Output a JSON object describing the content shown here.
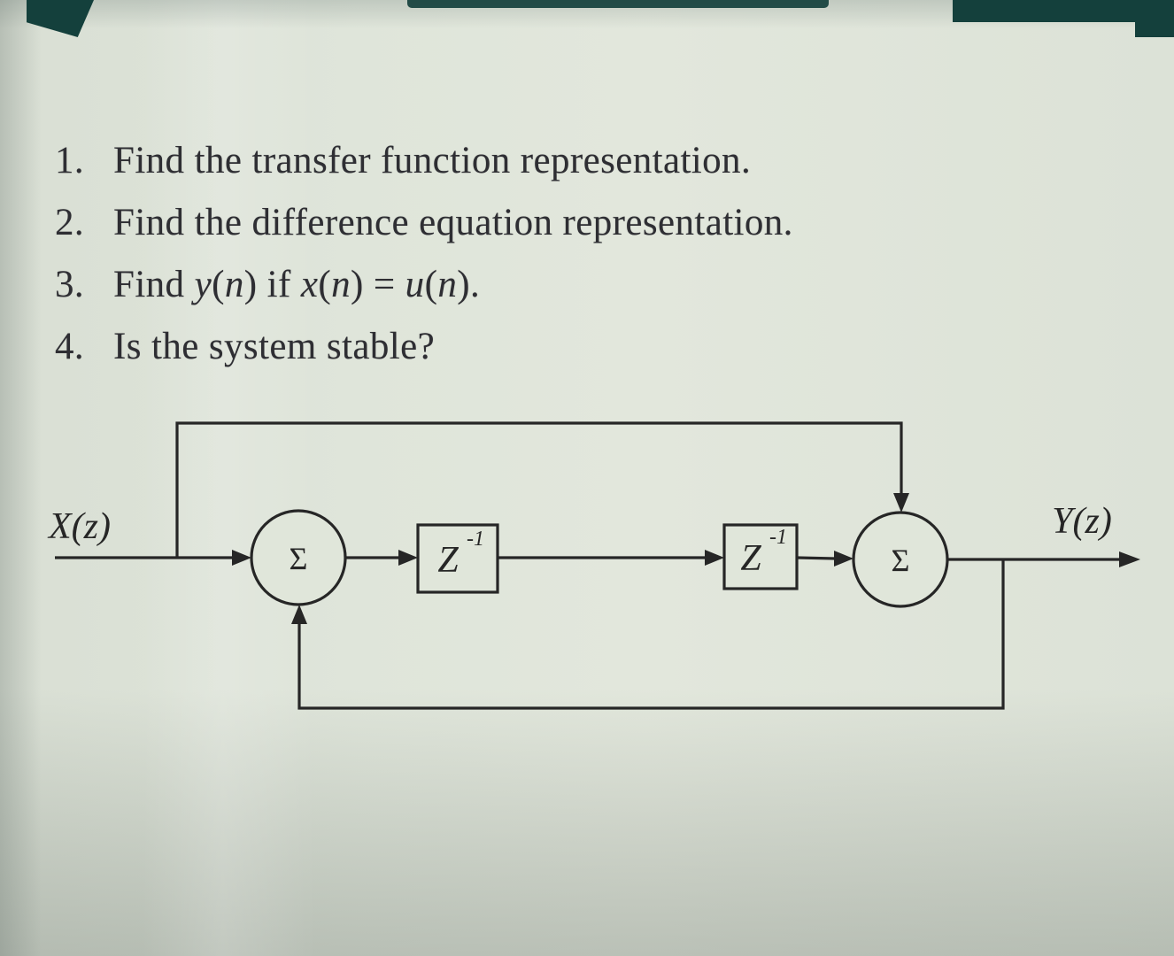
{
  "colors": {
    "paper": "#dde3d8",
    "ink": "#2e2e33",
    "diagram_line": "#262626",
    "edge_artifact": "#14403c"
  },
  "questions": {
    "items": [
      {
        "number": "1.",
        "text": "Find the transfer function representation."
      },
      {
        "number": "2.",
        "text": "Find the difference equation representation."
      },
      {
        "number": "3.",
        "parts": [
          "Find ",
          "y",
          "(",
          "n",
          ") if ",
          "x",
          "(",
          "n",
          ") = ",
          "u",
          "(",
          "n",
          ")."
        ]
      },
      {
        "number": "4.",
        "text": "Is the system stable?"
      }
    ]
  },
  "diagram": {
    "input_label": "X(z)",
    "output_label": "Y(z)",
    "summer1": "Σ",
    "summer2": "Σ",
    "delay1": {
      "base": "Z",
      "exp": "-1"
    },
    "delay2": {
      "base": "Z",
      "exp": "-1"
    }
  }
}
